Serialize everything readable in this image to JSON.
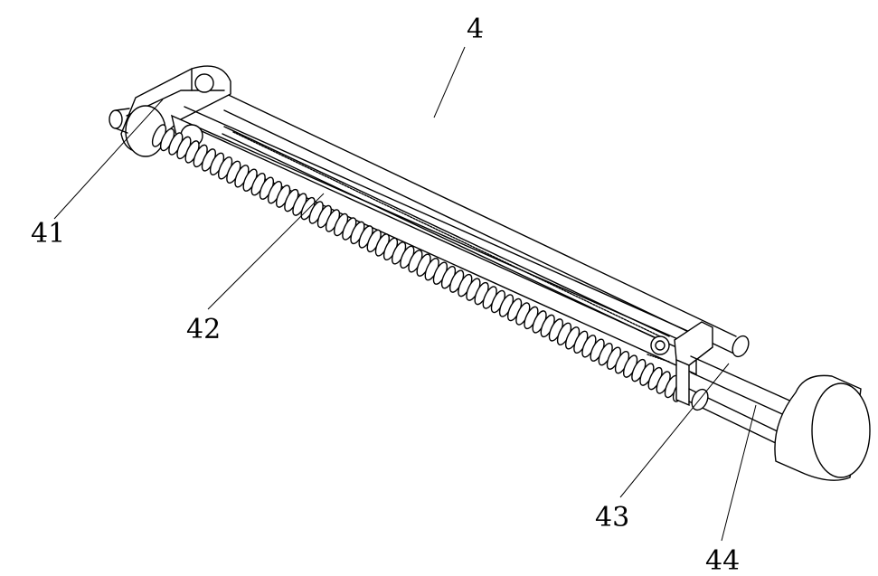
{
  "labels": {
    "assembly": "4",
    "part41": "41",
    "part42": "42",
    "part43": "43",
    "part44": "44"
  }
}
